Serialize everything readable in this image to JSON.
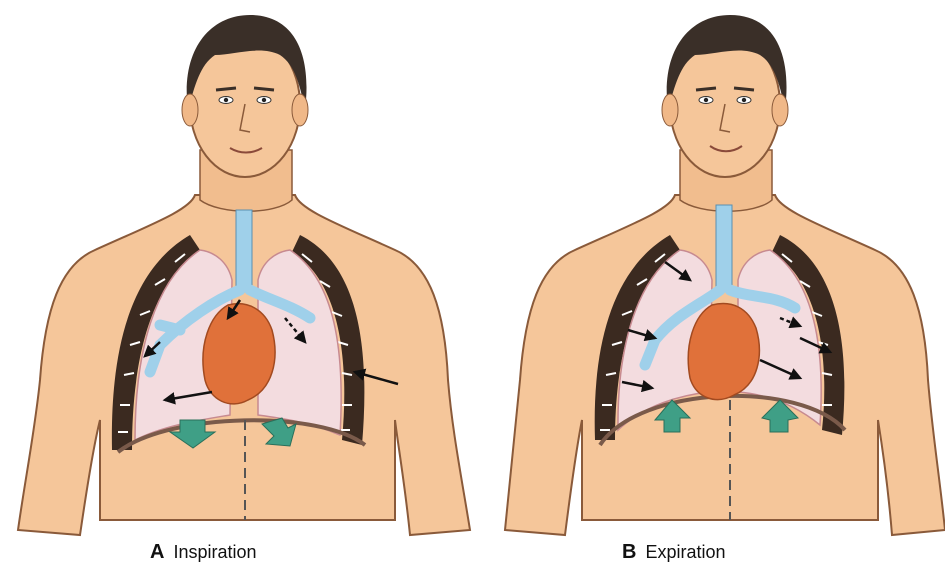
{
  "panels": [
    {
      "letter": "A",
      "label": "Inspiration"
    },
    {
      "letter": "B",
      "label": "Expiration"
    }
  ],
  "colors": {
    "skin": "#f5c69a",
    "skin_shadow": "#e9a878",
    "hair": "#3a2f28",
    "lung": "#f3dcdf",
    "airway": "#9fd0ea",
    "heart": "#e0713a",
    "diaphragm_arrow": "#3f9f86",
    "rib": "#3b2a20"
  }
}
